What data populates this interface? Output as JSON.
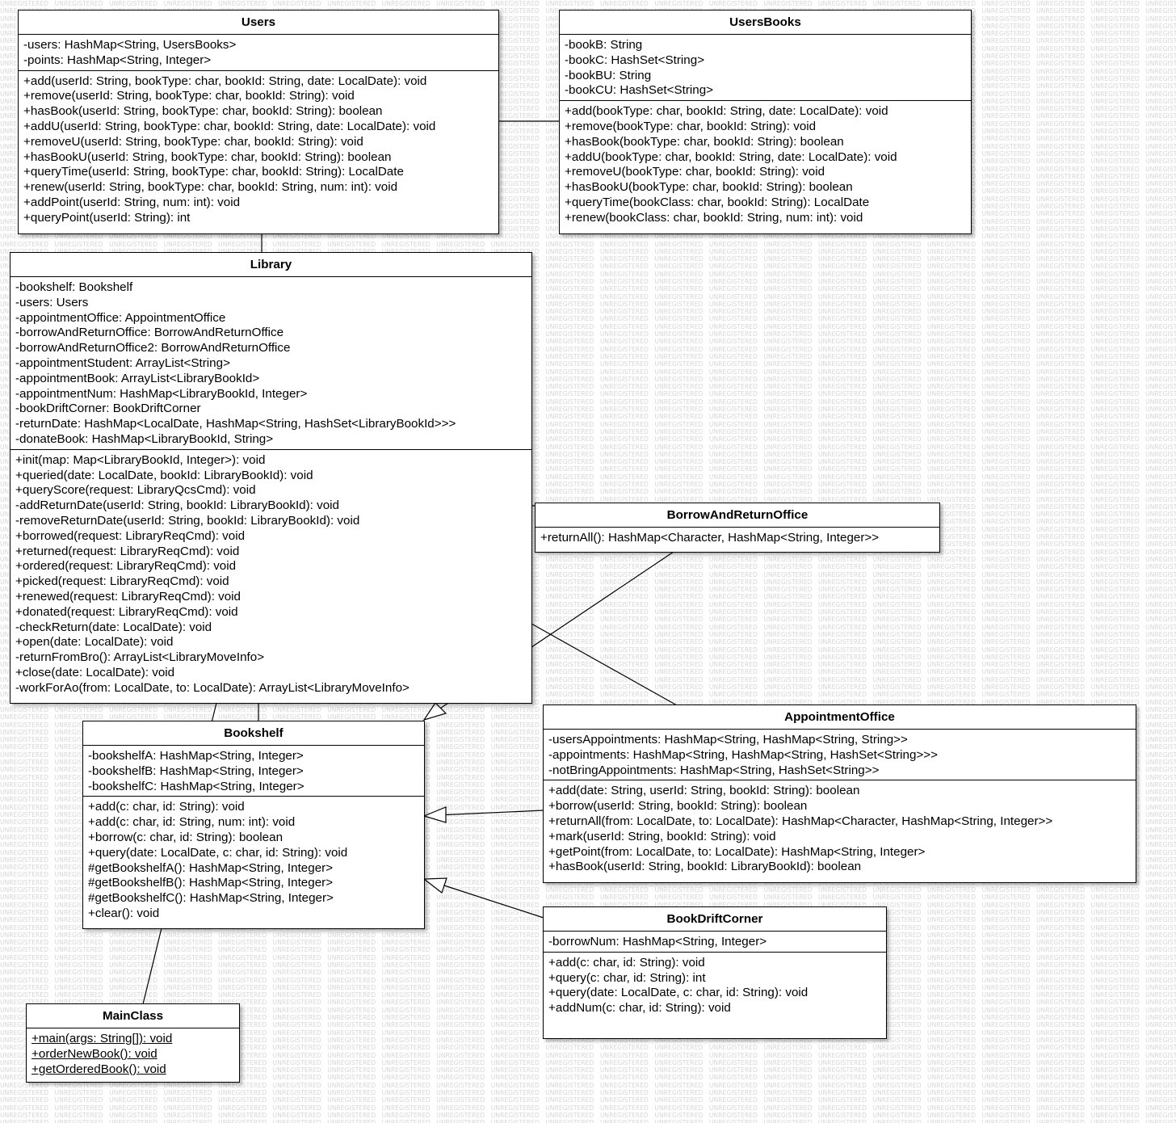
{
  "watermark_text": "UNREGISTERED",
  "colors": {
    "line": "#000000",
    "box_background": "#ffffff",
    "watermark": "#d6d6d6"
  },
  "classes": {
    "users": {
      "name": "Users",
      "attributes": [
        "-users: HashMap<String, UsersBooks>",
        "-points: HashMap<String, Integer>"
      ],
      "methods": [
        "+add(userId: String, bookType: char, bookId: String, date: LocalDate): void",
        "+remove(userId: String, bookType: char, bookId: String): void",
        "+hasBook(userId: String, bookType: char, bookId: String): boolean",
        "+addU(userId: String, bookType: char, bookId: String, date: LocalDate): void",
        "+removeU(userId: String, bookType: char, bookId: String): void",
        "+hasBookU(userId: String, bookType: char, bookId: String): boolean",
        "+queryTime(userId: String, bookType: char, bookId: String): LocalDate",
        "+renew(userId: String, bookType: char, bookId: String, num: int): void",
        "+addPoint(userId: String, num: int): void",
        "+queryPoint(userId: String): int"
      ]
    },
    "usersbooks": {
      "name": "UsersBooks",
      "attributes": [
        "-bookB: String",
        "-bookC: HashSet<String>",
        "-bookBU: String",
        "-bookCU: HashSet<String>"
      ],
      "methods": [
        "+add(bookType: char, bookId: String, date: LocalDate): void",
        "+remove(bookType: char, bookId: String): void",
        "+hasBook(bookType: char, bookId: String): boolean",
        "+addU(bookType: char, bookId: String, date: LocalDate): void",
        "+removeU(bookType: char, bookId: String): void",
        "+hasBookU(bookType: char, bookId: String): boolean",
        "+queryTime(bookClass: char, bookId: String): LocalDate",
        "+renew(bookClass: char, bookId: String, num: int): void"
      ]
    },
    "library": {
      "name": "Library",
      "attributes": [
        "-bookshelf: Bookshelf",
        "-users: Users",
        "-appointmentOffice: AppointmentOffice",
        "-borrowAndReturnOffice: BorrowAndReturnOffice",
        "-borrowAndReturnOffice2: BorrowAndReturnOffice",
        "-appointmentStudent: ArrayList<String>",
        "-appointmentBook: ArrayList<LibraryBookId>",
        "-appointmentNum: HashMap<LibraryBookId, Integer>",
        "-bookDriftCorner: BookDriftCorner",
        "-returnDate: HashMap<LocalDate, HashMap<String, HashSet<LibraryBookId>>>",
        "-donateBook: HashMap<LibraryBookId, String>"
      ],
      "methods": [
        "+init(map: Map<LibraryBookId, Integer>): void",
        "+queried(date: LocalDate, bookId: LibraryBookId): void",
        "+queryScore(request: LibraryQcsCmd): void",
        "-addReturnDate(userId: String, bookId: LibraryBookId): void",
        "-removeReturnDate(userId: String, bookId: LibraryBookId): void",
        "+borrowed(request: LibraryReqCmd): void",
        "+returned(request: LibraryReqCmd): void",
        "+ordered(request: LibraryReqCmd): void",
        "+picked(request: LibraryReqCmd): void",
        "+renewed(request: LibraryReqCmd): void",
        "+donated(request: LibraryReqCmd): void",
        "-checkReturn(date: LocalDate): void",
        "+open(date: LocalDate): void",
        "-returnFromBro(): ArrayList<LibraryMoveInfo>",
        "+close(date: LocalDate): void",
        "-workForAo(from: LocalDate, to: LocalDate): ArrayList<LibraryMoveInfo>"
      ]
    },
    "borrowandreturnoffice": {
      "name": "BorrowAndReturnOffice",
      "attributes": [],
      "methods": [
        "+returnAll(): HashMap<Character, HashMap<String, Integer>>"
      ]
    },
    "bookshelf": {
      "name": "Bookshelf",
      "attributes": [
        "-bookshelfA: HashMap<String, Integer>",
        "-bookshelfB: HashMap<String, Integer>",
        "-bookshelfC: HashMap<String, Integer>"
      ],
      "methods": [
        "+add(c: char, id: String): void",
        "+add(c: char, id: String, num: int): void",
        "+borrow(c: char, id: String): boolean",
        "+query(date: LocalDate, c: char, id: String): void",
        "#getBookshelfA(): HashMap<String, Integer>",
        "#getBookshelfB(): HashMap<String, Integer>",
        "#getBookshelfC(): HashMap<String, Integer>",
        "+clear(): void"
      ]
    },
    "appointmentoffice": {
      "name": "AppointmentOffice",
      "attributes": [
        "-usersAppointments: HashMap<String, HashMap<String, String>>",
        "-appointments: HashMap<String, HashMap<String, HashSet<String>>>",
        "-notBringAppointments: HashMap<String, HashSet<String>>"
      ],
      "methods": [
        "+add(date: String, userId: String, bookId: String): boolean",
        "+borrow(userId: String, bookId: String): boolean",
        "+returnAll(from: LocalDate, to: LocalDate): HashMap<Character, HashMap<String, Integer>>",
        "+mark(userId: String, bookId: String): void",
        "+getPoint(from: LocalDate, to: LocalDate): HashMap<String, Integer>",
        "+hasBook(userId: String, bookId: LibraryBookId): boolean"
      ]
    },
    "bookdriftcorner": {
      "name": "BookDriftCorner",
      "attributes": [
        "-borrowNum: HashMap<String, Integer>"
      ],
      "methods": [
        "+add(c: char, id: String): void",
        "+query(c: char, id: String): int",
        "+query(date: LocalDate, c: char, id: String): void",
        "+addNum(c: char, id: String): void"
      ]
    },
    "mainclass": {
      "name": "MainClass",
      "attributes": [],
      "methods": [
        "+main(args: String[]): void",
        "+orderNewBook(): void",
        "+getOrderedBook(): void"
      ],
      "static_methods": true
    }
  }
}
